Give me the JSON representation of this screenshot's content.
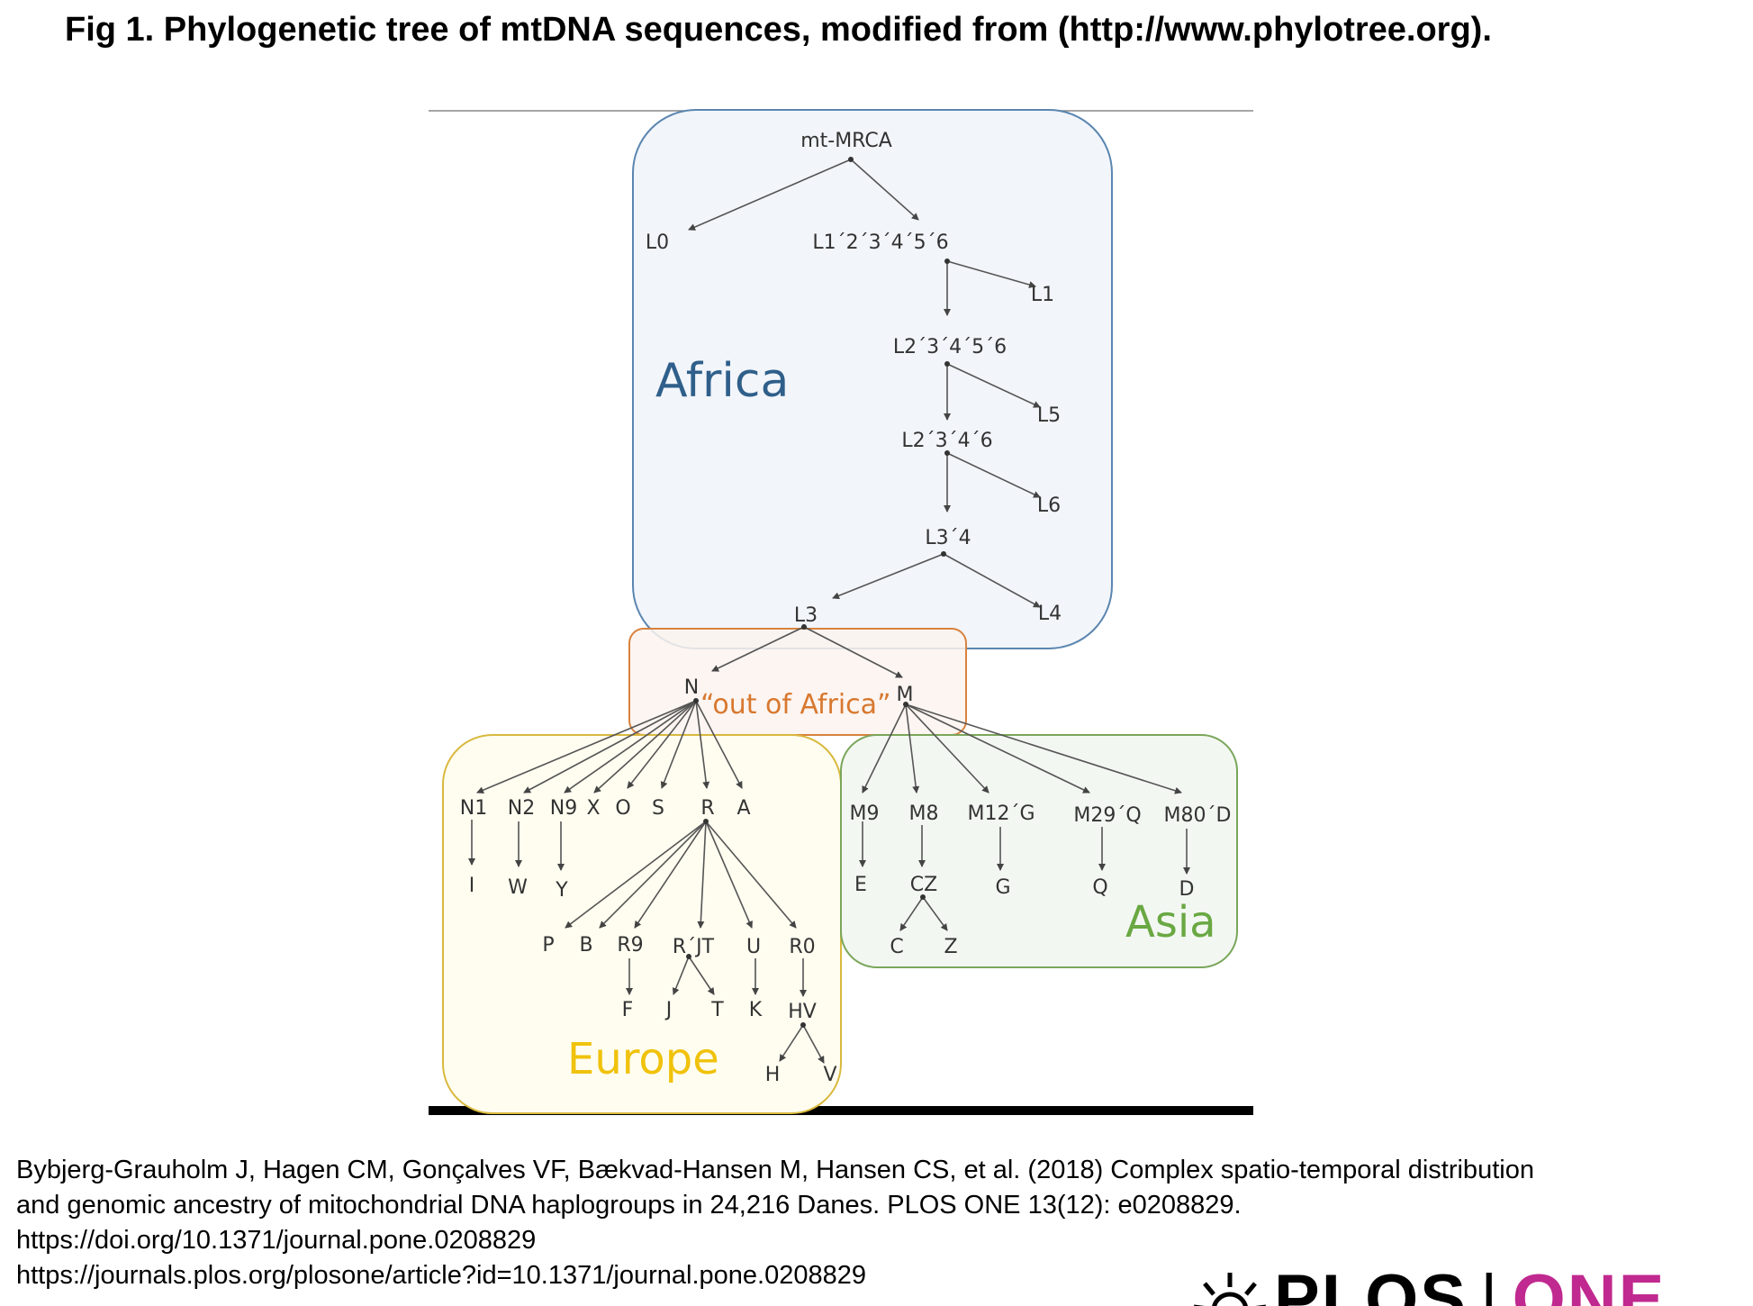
{
  "figure": {
    "title": "Fig 1. Phylogenetic tree of mtDNA sequences, modified from (http://www.phylotree.org)."
  },
  "diagram": {
    "regions": {
      "africa": "Africa",
      "out_of_africa": "“out of Africa”",
      "europe": "Europe",
      "asia": "Asia"
    },
    "nodes": {
      "root": "mt-MRCA",
      "L0": "L0",
      "L1_6": "L1´2´3´4´5´6",
      "L1": "L1",
      "L2_6": "L2´3´4´5´6",
      "L5": "L5",
      "L2346": "L2´3´4´6",
      "L6": "L6",
      "L34": "L3´4",
      "L3": "L3",
      "L4": "L4",
      "N": "N",
      "M": "M",
      "N1": "N1",
      "N2": "N2",
      "N9": "N9",
      "X": "X",
      "O": "O",
      "S": "S",
      "R": "R",
      "A": "A",
      "I": "I",
      "W": "W",
      "Y": "Y",
      "P": "P",
      "B": "B",
      "R9": "R9",
      "RJT": "R´JT",
      "U": "U",
      "R0": "R0",
      "F": "F",
      "J": "J",
      "T": "T",
      "K": "K",
      "HV": "HV",
      "H": "H",
      "V": "V",
      "M9": "M9",
      "M8": "M8",
      "M12G": "M12´G",
      "M29Q": "M29´Q",
      "M80D": "M80´D",
      "E": "E",
      "CZ": "CZ",
      "G": "G",
      "Q": "Q",
      "D": "D",
      "C": "C",
      "Z": "Z"
    },
    "colors": {
      "africa": "#2f5f8a",
      "out_of_africa": "#d8782f",
      "europe": "#f0c20c",
      "asia": "#6aa843"
    }
  },
  "caption": {
    "line1": "Bybjerg-Grauholm J, Hagen CM, Gonçalves VF, Bækvad-Hansen M, Hansen CS, et al. (2018) Complex spatio-temporal distribution",
    "line2": "and genomic ancestry of mitochondrial DNA haplogroups in 24,216 Danes. PLOS ONE 13(12): e0208829.",
    "line3": "https://doi.org/10.1371/journal.pone.0208829",
    "line4": "https://journals.plos.org/plosone/article?id=10.1371/journal.pone.0208829"
  },
  "logo": {
    "plos": "PLOS",
    "separator": "|",
    "one": "ONE"
  }
}
